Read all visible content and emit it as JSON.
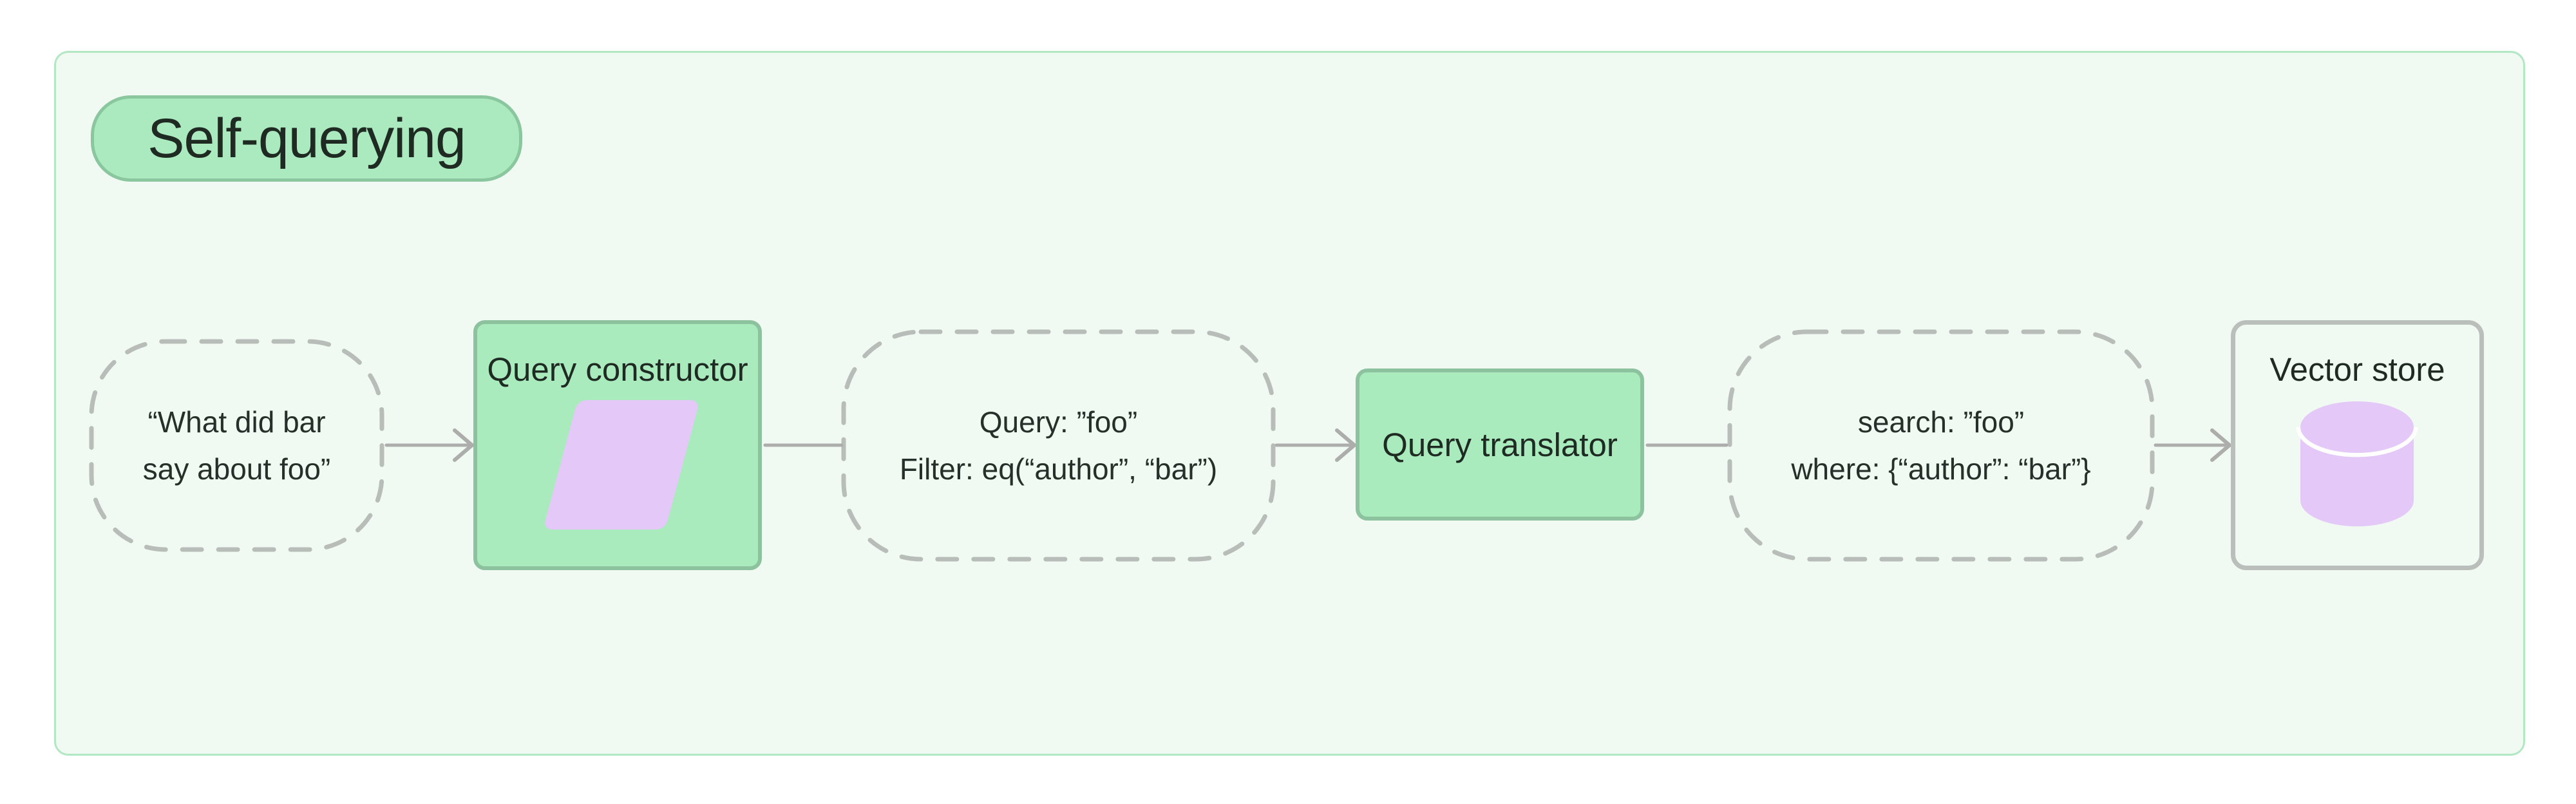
{
  "title": "Self-querying",
  "flow": {
    "input_query": {
      "line1": "“What did bar",
      "line2": "say about foo”"
    },
    "query_constructor": {
      "label": "Query constructor",
      "icon": "parallelogram-icon"
    },
    "structured_query": {
      "line1": "Query: ”foo”",
      "line2": "Filter: eq(“author”, “bar”)"
    },
    "query_translator": {
      "label": "Query translator"
    },
    "translated_query": {
      "line1": "search: ”foo”",
      "line2": "where: {“author”: “bar”}"
    },
    "vector_store": {
      "label": "Vector store",
      "icon": "database-icon"
    }
  },
  "colors": {
    "page_bg": "#ffffff",
    "container_bg": "#f0f9f2",
    "container_border": "#b2e7c3",
    "green_fill": "#a9ebbd",
    "green_border": "#8cc39e",
    "purple": "#e3c8f8",
    "dashed_border": "#b9bdba",
    "connector": "#adaeac",
    "vector_store_border": "#bbbfbc",
    "text": "#26302a"
  }
}
